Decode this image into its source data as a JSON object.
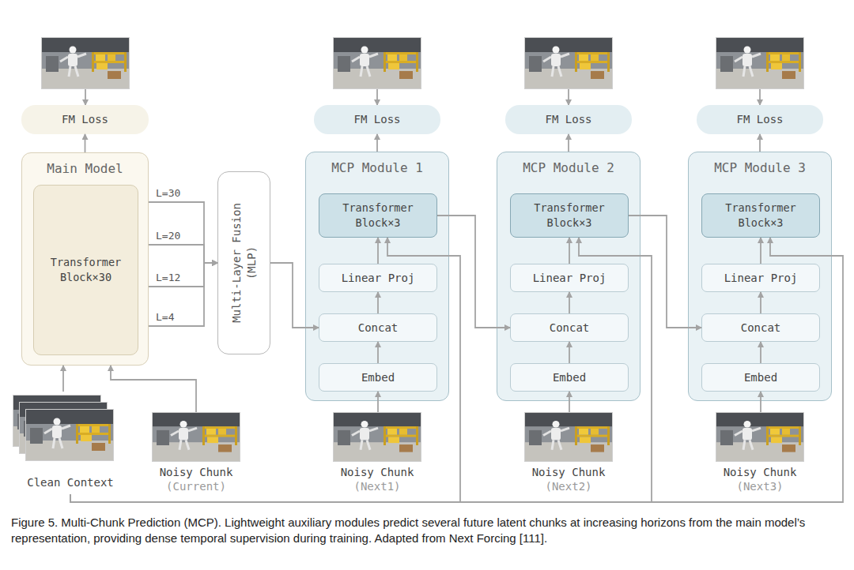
{
  "diagram": {
    "caption": "Figure 5. Multi-Chunk Prediction (MCP). Lightweight auxiliary modules predict several future latent chunks at increasing horizons from the main model’s representation, providing dense temporal supervision during training. Adapted from Next Forcing [111].",
    "nodes": [
      {
        "text": [
          "FM Loss"
        ]
      },
      {
        "text": [
          "FM Loss"
        ]
      },
      {
        "text": [
          "FM Loss"
        ]
      },
      {
        "text": [
          "FM Loss"
        ]
      },
      {
        "text": [
          "Main Model"
        ]
      },
      {
        "text": [
          "Transformer Block×30"
        ],
        "in": 4
      },
      {
        "text": [
          "Multi-Layer Fusion (MLP)"
        ]
      },
      {
        "text": [
          "MCP Module 1"
        ]
      },
      {
        "text": [
          "Transformer Block×3"
        ],
        "in": 7
      },
      {
        "text": [
          "Linear Proj"
        ],
        "in": 7
      },
      {
        "text": [
          "Concat"
        ],
        "in": 7
      },
      {
        "text": [
          "Embed"
        ],
        "in": 7
      },
      {
        "text": [
          "MCP Module 2"
        ]
      },
      {
        "text": [
          "Transformer Block×3"
        ],
        "in": 12
      },
      {
        "text": [
          "Linear Proj"
        ],
        "in": 12
      },
      {
        "text": [
          "Concat"
        ],
        "in": 12
      },
      {
        "text": [
          "Embed"
        ],
        "in": 12
      },
      {
        "text": [
          "MCP Module 3"
        ]
      },
      {
        "text": [
          "Transformer Block×3"
        ],
        "in": 17
      },
      {
        "text": [
          "Linear Proj"
        ],
        "in": 17
      },
      {
        "text": [
          "Concat"
        ],
        "in": 17
      },
      {
        "text": [
          "Embed"
        ],
        "in": 17
      },
      {
        "text": [
          "Clean Context"
        ]
      },
      {
        "text": [
          "Noisy Chunk",
          "(Current)"
        ]
      },
      {
        "text": [
          "Noisy Chunk",
          "(Next1)"
        ]
      },
      {
        "text": [
          "Noisy Chunk",
          "(Next2)"
        ]
      },
      {
        "text": [
          "Noisy Chunk",
          "(Next3)"
        ]
      }
    ],
    "edges": [
      {
        "from": 4,
        "to": 0,
        "arrow": "to"
      },
      {
        "from": 22,
        "to": 4,
        "arrow": "to"
      },
      {
        "from": 23,
        "to": 4,
        "arrow": "to"
      },
      {
        "from": 4,
        "to": 6,
        "label": "L=30",
        "arrow": "to"
      },
      {
        "from": 4,
        "to": 6,
        "label": "L=20",
        "arrow": "to"
      },
      {
        "from": 4,
        "to": 6,
        "label": "L=12",
        "arrow": "to"
      },
      {
        "from": 4,
        "to": 6,
        "label": "L=4",
        "arrow": "to"
      },
      {
        "from": 6,
        "to": 10,
        "arrow": "to"
      },
      {
        "from": 7,
        "to": 1,
        "arrow": "to"
      },
      {
        "from": 11,
        "to": 10,
        "arrow": "to"
      },
      {
        "from": 10,
        "to": 9,
        "arrow": "to"
      },
      {
        "from": 9,
        "to": 8,
        "arrow": "to"
      },
      {
        "from": 24,
        "to": 11,
        "arrow": "to"
      },
      {
        "from": 8,
        "to": 15,
        "arrow": "to"
      },
      {
        "from": 22,
        "to": 8,
        "arrow": "to"
      },
      {
        "from": 12,
        "to": 2,
        "arrow": "to"
      },
      {
        "from": 16,
        "to": 15,
        "arrow": "to"
      },
      {
        "from": 15,
        "to": 14,
        "arrow": "to"
      },
      {
        "from": 14,
        "to": 13,
        "arrow": "to"
      },
      {
        "from": 25,
        "to": 16,
        "arrow": "to"
      },
      {
        "from": 13,
        "to": 20,
        "arrow": "to"
      },
      {
        "from": 22,
        "to": 13,
        "arrow": "to"
      },
      {
        "from": 17,
        "to": 3,
        "arrow": "to"
      },
      {
        "from": 21,
        "to": 20,
        "arrow": "to"
      },
      {
        "from": 20,
        "to": 19,
        "arrow": "to"
      },
      {
        "from": 19,
        "to": 18,
        "arrow": "to"
      },
      {
        "from": 26,
        "to": 21,
        "arrow": "to"
      },
      {
        "from": 22,
        "to": 18,
        "arrow": "to"
      }
    ]
  }
}
